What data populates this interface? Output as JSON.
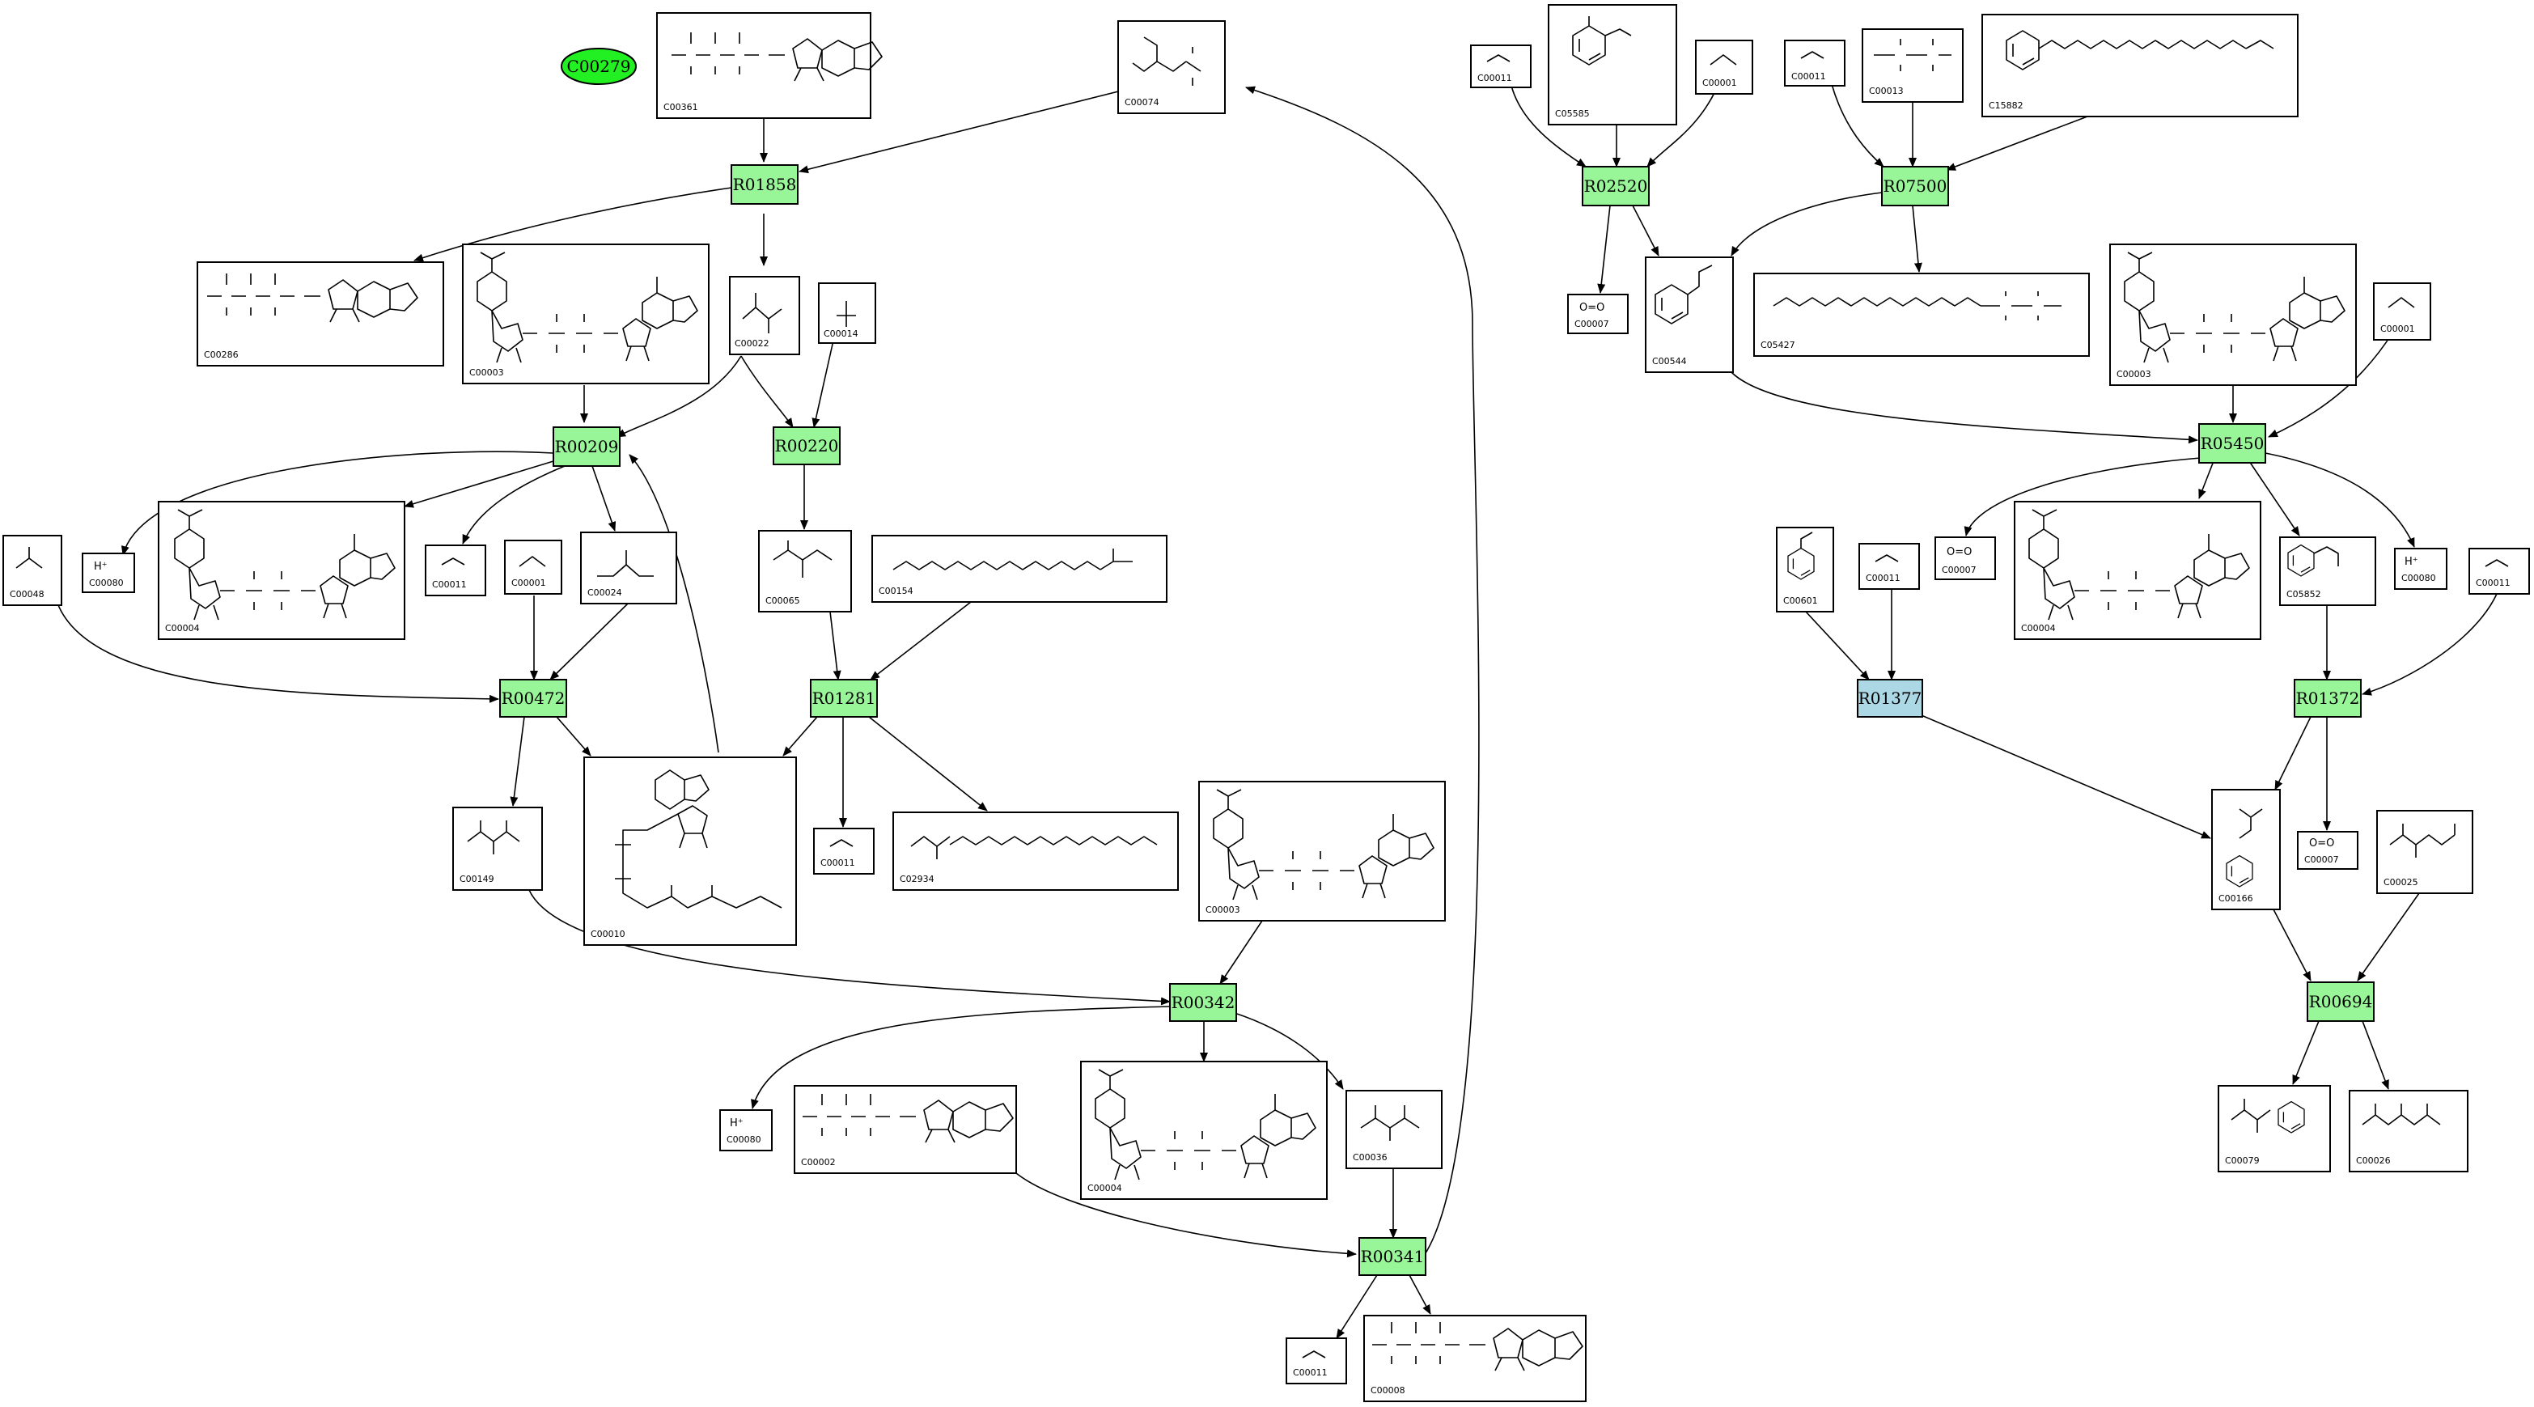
{
  "colors": {
    "reaction": "#98f598",
    "reaction_highlight": "#acd8e6",
    "start_node": "#23f023",
    "line": "#000000"
  },
  "start_node": {
    "label": "C00279"
  },
  "reactions": {
    "R01858": "R01858",
    "R00209": "R00209",
    "R00220": "R00220",
    "R00472": "R00472",
    "R01281": "R01281",
    "R00342": "R00342",
    "R00341": "R00341",
    "R02520": "R02520",
    "R07500": "R07500",
    "R05450": "R05450",
    "R01377": "R01377",
    "R01372": "R01372",
    "R00694": "R00694"
  },
  "compounds": {
    "c00361": "C00361",
    "c00074": "C00074",
    "c00286": "C00286",
    "c00003a": "C00003",
    "c00022": "C00022",
    "c00014": "C00014",
    "c00048": "C00048",
    "c00080a": "C00080",
    "c00004a": "C00004",
    "c00011a": "C00011",
    "c00001a": "C00001",
    "c00024": "C00024",
    "c00065": "C00065",
    "c00154": "C00154",
    "c00149": "C00149",
    "c00010": "C00010",
    "c00011b": "C00011",
    "c02934": "C02934",
    "c00003b": "C00003",
    "c00080b": "C00080",
    "c00002": "C00002",
    "c00004b": "C00004",
    "c00036": "C00036",
    "c00011c": "C00011",
    "c00008": "C00008",
    "c00011d": "C00011",
    "c05585": "C05585",
    "c00001b": "C00001",
    "c00011e": "C00011",
    "c00013": "C00013",
    "c15882": "C15882",
    "c00007a": "C00007",
    "c00544": "C00544",
    "c05427": "C05427",
    "c00003c": "C00003",
    "c00001c": "C00001",
    "c00601": "C00601",
    "c00011f": "C00011",
    "c00007b": "C00007",
    "c00004c": "C00004",
    "c05852": "C05852",
    "c00080c": "C00080",
    "c00011g": "C00011",
    "c00166": "C00166",
    "c00007c": "C00007",
    "c00025": "C00025",
    "c00079": "C00079",
    "c00026": "C00026"
  }
}
